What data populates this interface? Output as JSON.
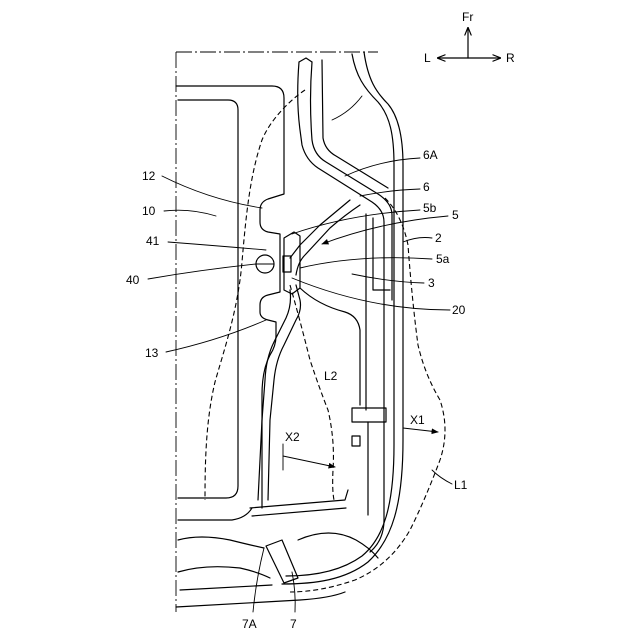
{
  "orientation": {
    "front": "Fr",
    "left": "L",
    "right": "R"
  },
  "labels": {
    "part_6A": "6A",
    "part_12": "12",
    "part_6": "6",
    "part_5b": "5b",
    "part_5": "5",
    "part_10": "10",
    "part_2": "2",
    "part_41": "41",
    "part_5a": "5a",
    "part_40": "40",
    "part_3": "3",
    "part_20": "20",
    "part_13": "13",
    "line_L2": "L2",
    "dim_X1": "X1",
    "dim_X2": "X2",
    "line_L1": "L1",
    "part_7A": "7A",
    "part_7": "7"
  }
}
